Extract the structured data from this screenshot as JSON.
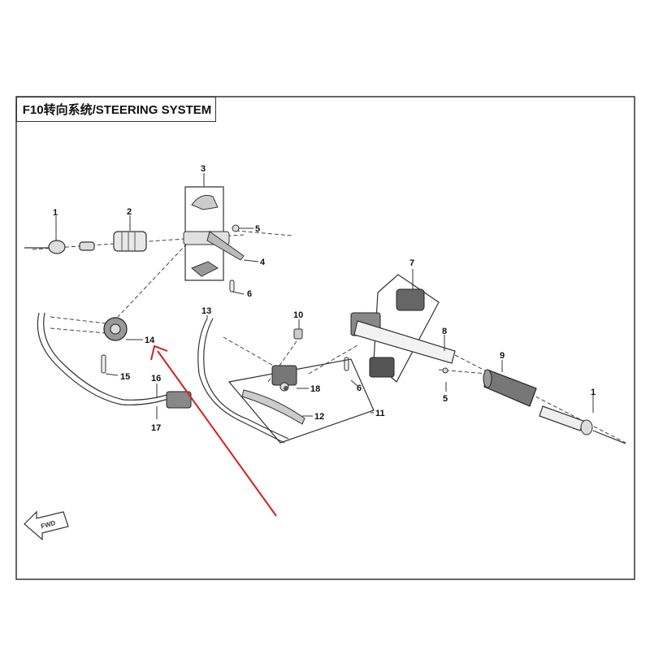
{
  "header": {
    "title": "F10转向系统/STEERING SYSTEM"
  },
  "fwd_label": "FWD",
  "callouts": [
    "1",
    "2",
    "3",
    "4",
    "5",
    "6",
    "7",
    "8",
    "9",
    "10",
    "11",
    "12",
    "13",
    "14",
    "15",
    "16",
    "17",
    "18"
  ],
  "colors": {
    "line": "#333333",
    "arrow": "#d32020",
    "part_fill": "#e8e8e8",
    "part_dark": "#555555"
  }
}
